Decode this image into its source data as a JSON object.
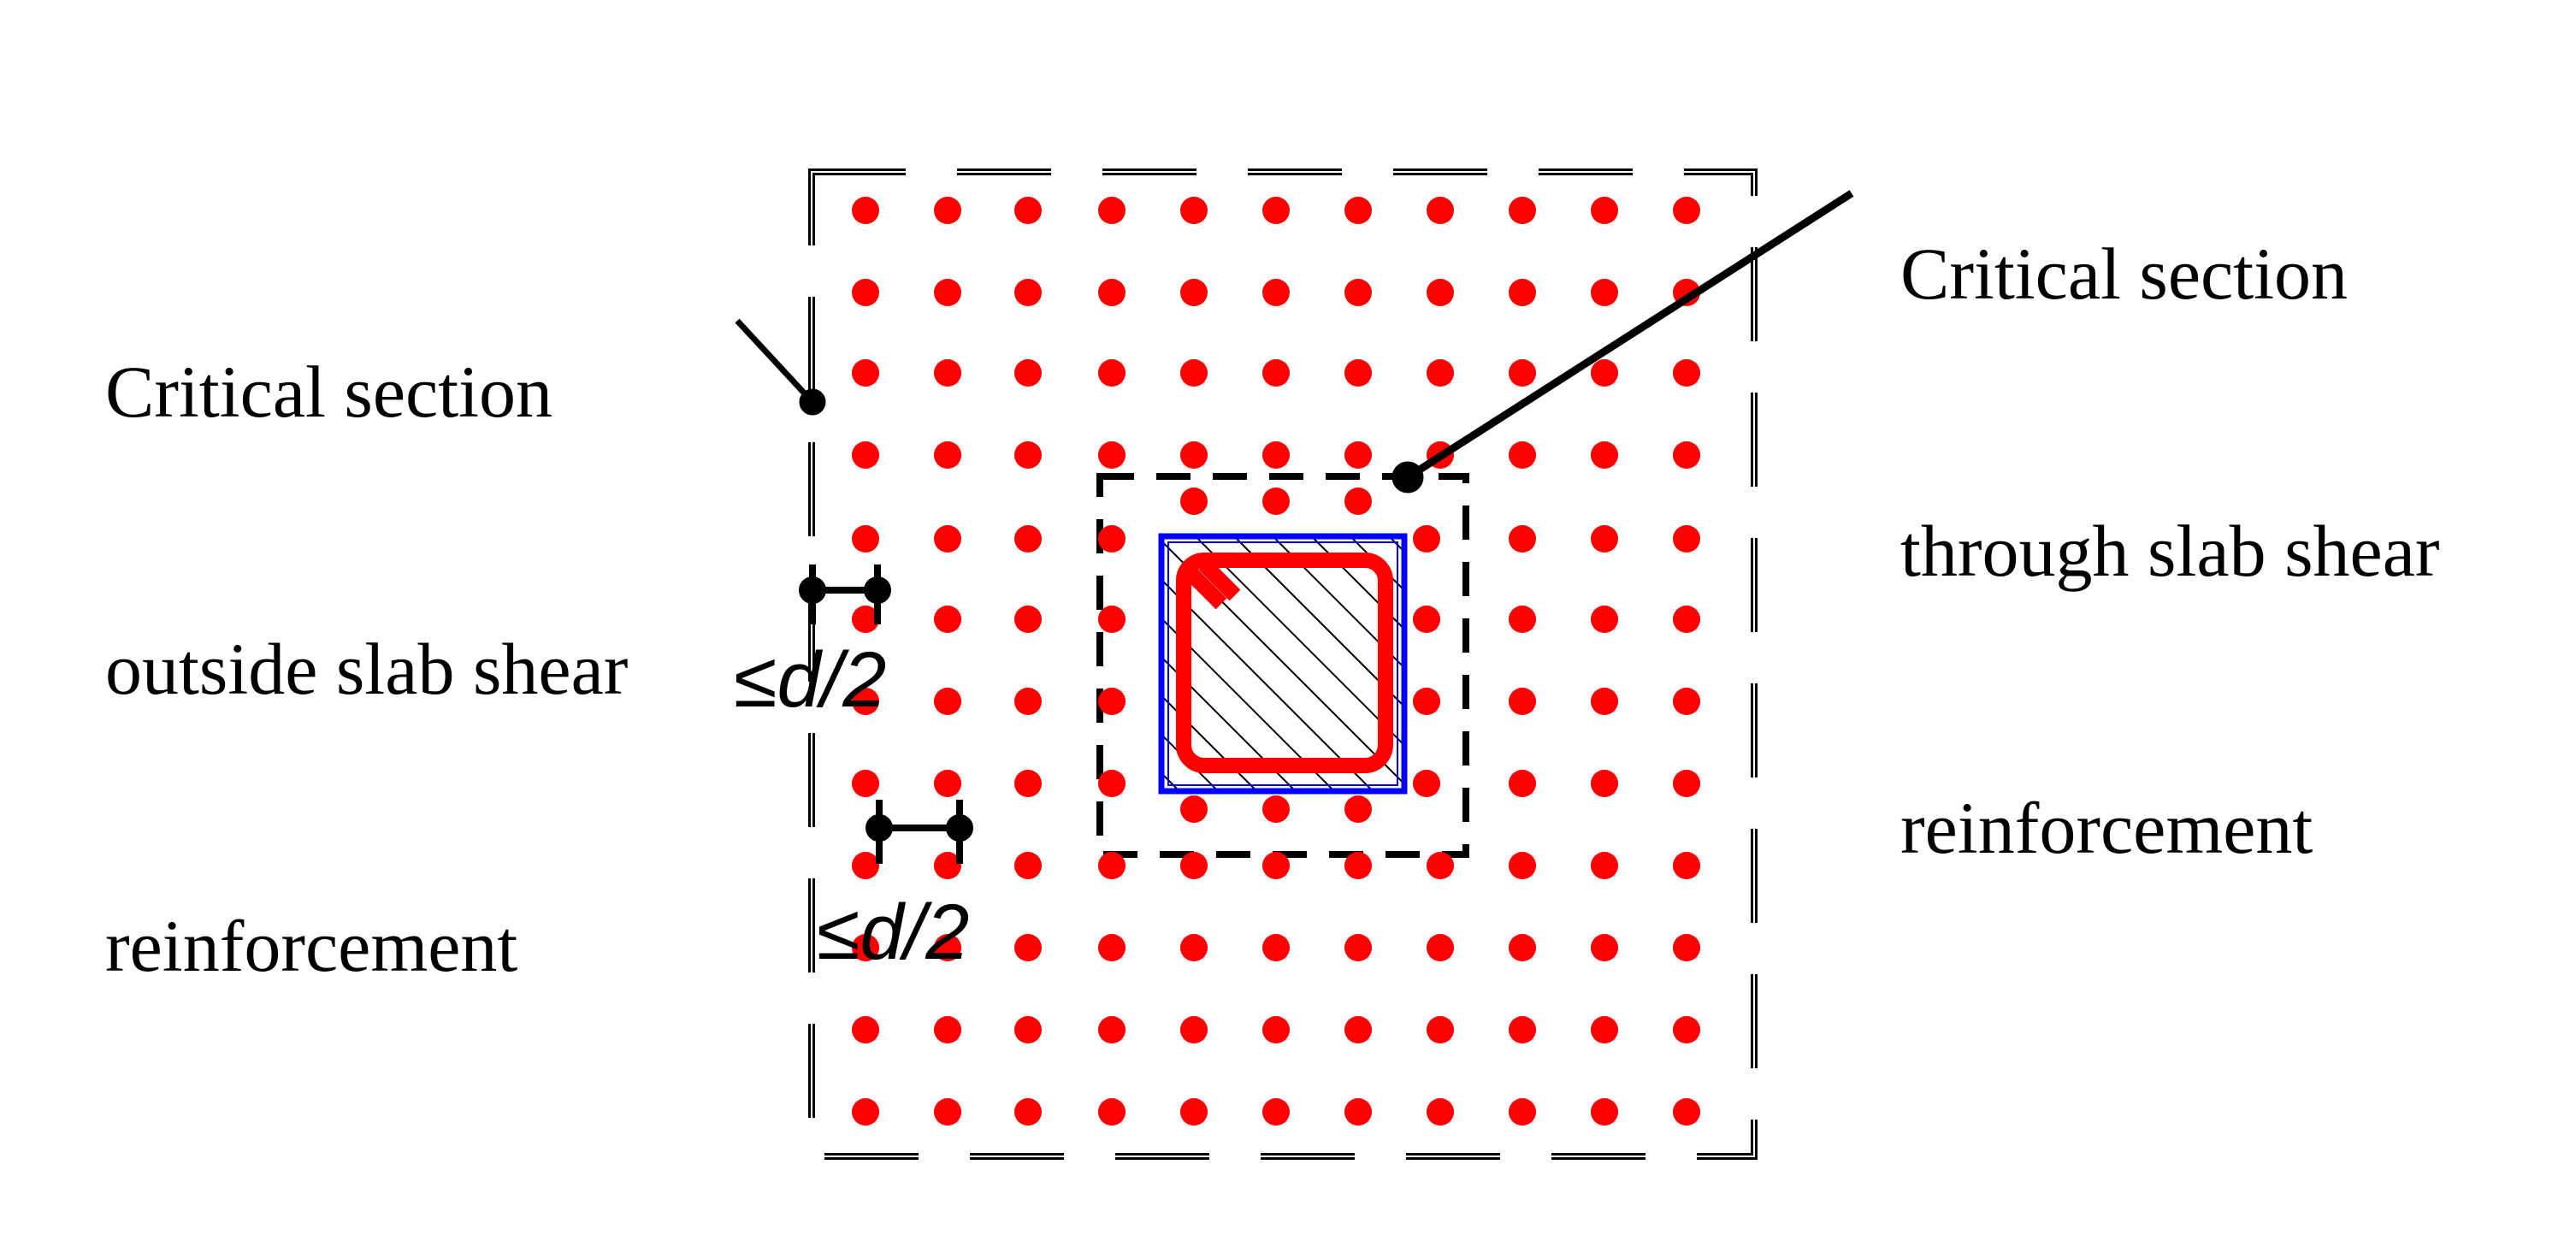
{
  "labels": {
    "outside": {
      "line1": "Critical section",
      "line2": "outside slab shear",
      "line3": "reinforcement"
    },
    "through": {
      "line1": "Critical section",
      "line2": "through slab shear",
      "line3": "reinforcement"
    },
    "dim_upper": "≤d/2",
    "dim_lower": "≤d/2"
  },
  "colors": {
    "stud": "#ff0000",
    "column_outline": "#0000ff",
    "tie": "#ff0000",
    "line": "#000000"
  },
  "diagram": {
    "stud_grid": {
      "columns": 11,
      "rows": 12
    },
    "elements": [
      "outer critical section (dashed)",
      "inner critical section (dashed)",
      "column with hatch",
      "tie reinforcement",
      "shear studs"
    ]
  }
}
